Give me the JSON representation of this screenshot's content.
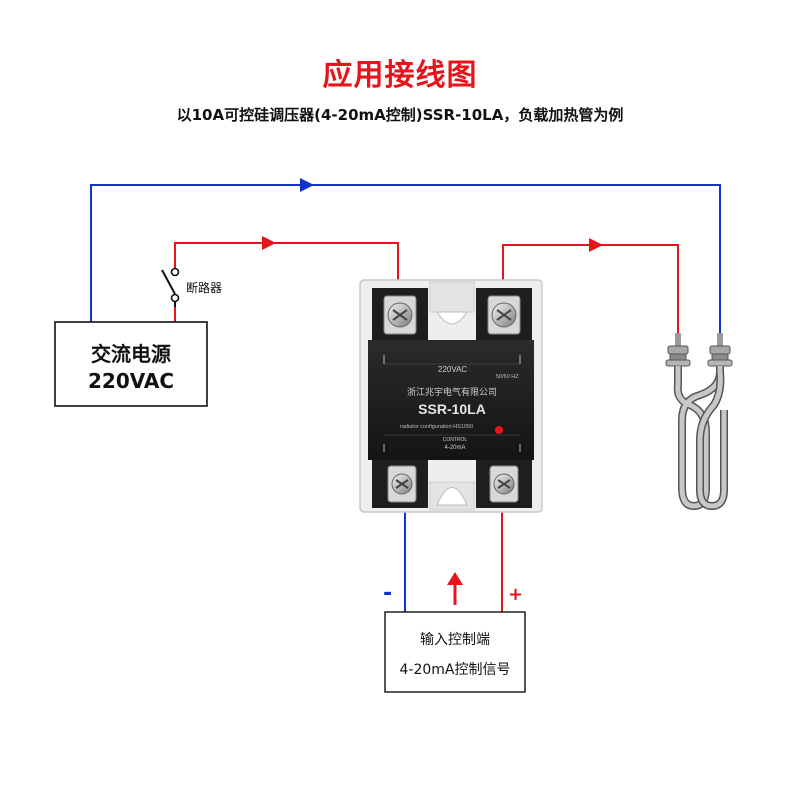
{
  "title": "应用接线图",
  "subtitle": "以10A可控硅调压器(4-20mA控制)SSR-10LA，负载加热管为例",
  "power_source": {
    "line1": "交流电源",
    "line2": "220VAC"
  },
  "breaker_label": "断路器",
  "relay": {
    "voltage": "220VAC",
    "frequency": "50/60 HZ",
    "manufacturer": "浙江兆宇电气有限公司",
    "model": "SSR-10LA",
    "radiator_note": "radiator configuration:HS1050",
    "control_label": "CONTROL",
    "control_range": "4-20mA",
    "indicator_color": "#e8141c"
  },
  "control_input": {
    "line1": "输入控制端",
    "line2": "4-20mA控制信号"
  },
  "polarity": {
    "negative": "-",
    "positive": "+"
  },
  "colors": {
    "title": "#e8141c",
    "wire_blue": "#1432c8",
    "wire_red": "#e8141c"
  }
}
